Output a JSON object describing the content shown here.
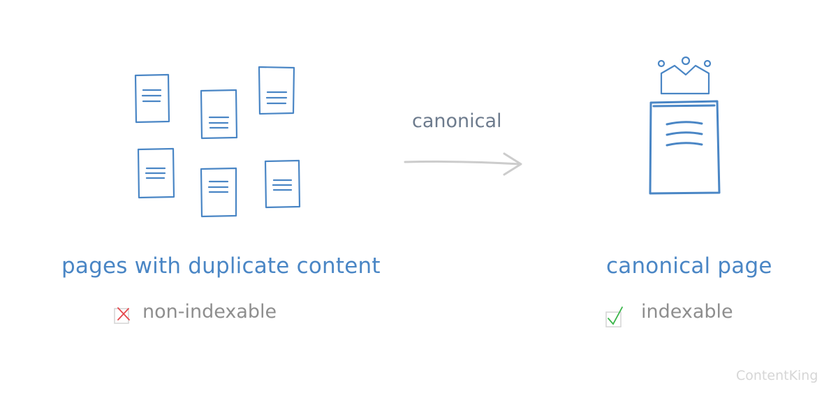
{
  "left": {
    "heading": "pages with duplicate content",
    "status": {
      "label": "non-indexable",
      "icon": "red-x-checkbox-icon"
    }
  },
  "arrow": {
    "label": "canonical",
    "icon": "right-arrow-icon"
  },
  "right": {
    "heading": "canonical page",
    "status": {
      "label": "indexable",
      "icon": "green-check-checkbox-icon"
    }
  },
  "brand": "ContentKing",
  "colors": {
    "page_stroke": "#4a86c5",
    "heading": "#4a86c5",
    "status_text": "#8e8e8e",
    "arrow": "#cccccc",
    "arrow_label": "#6d7b8d",
    "cross": "#e5484d",
    "check": "#3bb54a",
    "brand": "#d6d6d6"
  }
}
